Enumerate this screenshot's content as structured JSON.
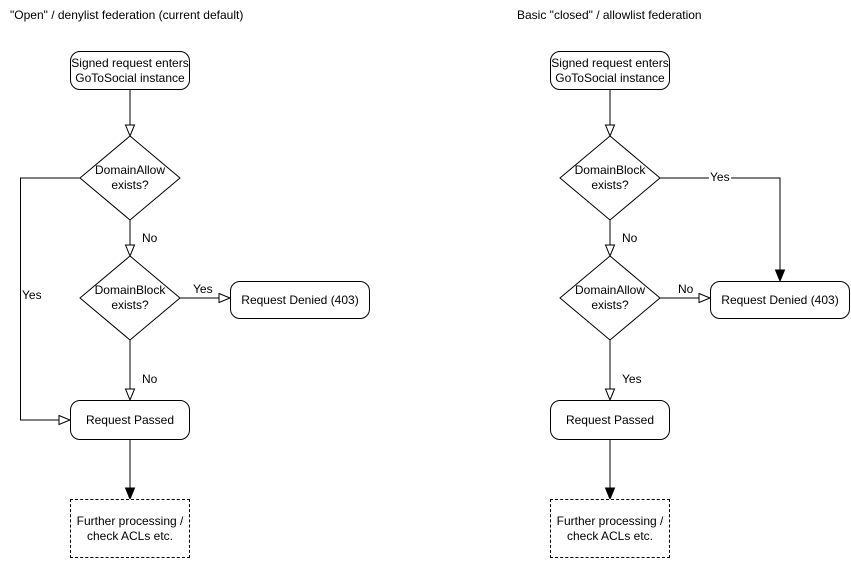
{
  "colors": {
    "background": "#ffffff",
    "stroke": "#000000",
    "text": "#000000"
  },
  "charts": [
    {
      "title": "\"Open\" / denylist federation (current default)",
      "nodes": {
        "start": "Signed request enters\nGoToSocial instance",
        "decision1": "DomainAllow\nexists?",
        "decision2": "DomainBlock\nexists?",
        "denied": "Request Denied (403)",
        "passed": "Request Passed",
        "further": "Further processing /\ncheck ACLs etc."
      },
      "edge_labels": {
        "decision1_yes": "Yes",
        "decision1_no": "No",
        "decision2_yes": "Yes",
        "decision2_no": "No"
      }
    },
    {
      "title": "Basic \"closed\" / allowlist federation",
      "nodes": {
        "start": "Signed request enters\nGoToSocial instance",
        "decision1": "DomainBlock\nexists?",
        "decision2": "DomainAllow\nexists?",
        "denied": "Request Denied (403)",
        "passed": "Request Passed",
        "further": "Further processing /\ncheck ACLs etc."
      },
      "edge_labels": {
        "decision1_yes": "Yes",
        "decision1_no": "No",
        "decision2_yes": "Yes",
        "decision2_no": "No"
      }
    }
  ]
}
